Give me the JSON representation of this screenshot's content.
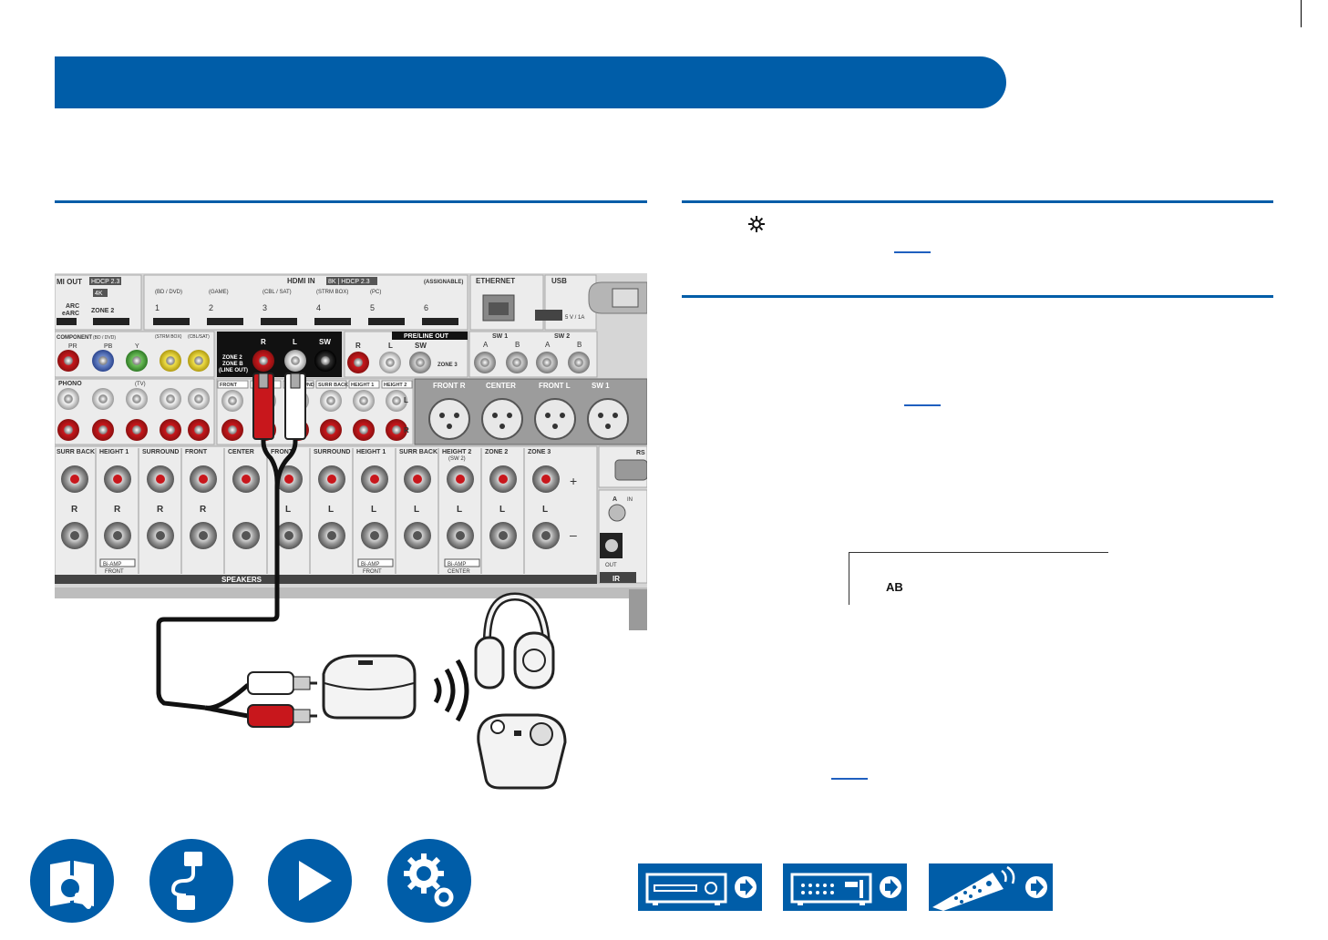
{
  "header": {
    "title": ""
  },
  "panel": {
    "hdmi_out_label": "MI OUT",
    "hdcp_out": "HDCP 2.3",
    "badge_4k": "4K",
    "arc_label": "ARC",
    "earc_label": "eARC",
    "zone2_hdmi": "ZONE 2",
    "hdmi_in_label": "HDMI IN",
    "hdmi_in_hdcp": "8K | HDCP 2.3",
    "assignable": "(ASSIGNABLE)",
    "hdmi_inputs": [
      {
        "num": "1",
        "name": "(BD / DVD)"
      },
      {
        "num": "2",
        "name": "(GAME)"
      },
      {
        "num": "3",
        "name": "(CBL / SAT)"
      },
      {
        "num": "4",
        "name": "(STRM BOX)"
      },
      {
        "num": "5",
        "name": "(PC)"
      },
      {
        "num": "6",
        "name": ""
      }
    ],
    "ethernet": "ETHERNET",
    "usb": "USB",
    "usb_power": "5 V / 1A",
    "component": "COMPONENT",
    "component_sub": "(BD / DVD)",
    "pb": "PB",
    "pr": "PR",
    "y": "Y",
    "strm_box": "(STRM BOX)",
    "cbl_sat": "(CBL/SAT)",
    "zone_out_lines": [
      "ZONE 2",
      "ZONE B",
      "(LINE OUT)"
    ],
    "r": "R",
    "l": "L",
    "sw": "SW",
    "pre_line_out": "PRE/LINE OUT",
    "zone3": "ZONE 3",
    "sw1": "SW 1",
    "sw2": "SW 2",
    "a": "A",
    "b": "B",
    "phono": "PHONO",
    "tv": "(TV)",
    "preout_labels": [
      "FRONT",
      "CENTER",
      "SURROUND",
      "SURR BACK",
      "HEIGHT 1",
      "HEIGHT 2"
    ],
    "xlr_labels": [
      "FRONT R",
      "CENTER",
      "FRONT L",
      "SW 1"
    ],
    "speaker_labels": [
      "SURR BACK",
      "HEIGHT 1",
      "SURROUND",
      "FRONT",
      "CENTER",
      "FRONT",
      "SURROUND",
      "HEIGHT 1",
      "SURR BACK",
      "HEIGHT 2",
      "ZONE 2",
      "ZONE 3"
    ],
    "speaker_sides": [
      "R",
      "R",
      "R",
      "R",
      "",
      "L",
      "L",
      "L",
      "L",
      "L",
      "L",
      "L"
    ],
    "sw2_paren": "(SW 2)",
    "bi_amp": "Bi-AMP",
    "front": "FRONT",
    "center": "CENTER",
    "speakers": "SPEAKERS",
    "plus": "+",
    "minus": "–",
    "ir": "IR",
    "ir_in": "IN",
    "ir_out": "OUT",
    "rs": "RS"
  },
  "box": {
    "text": "AB"
  },
  "colors": {
    "accent": "#005da8",
    "red_plug": "#c8171c",
    "white_plug": "#ffffff"
  },
  "nav_icons": [
    "manual-search-icon",
    "connections-icon",
    "playback-icon",
    "settings-icon"
  ],
  "device_buttons": [
    "front-panel-icon",
    "rear-panel-icon",
    "remote-control-icon"
  ]
}
